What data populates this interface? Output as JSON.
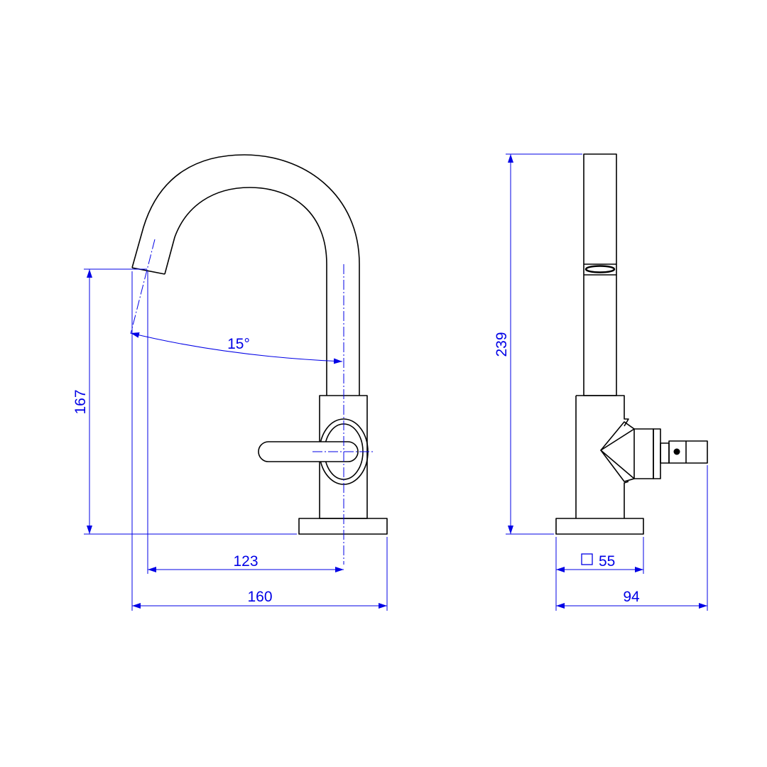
{
  "colors": {
    "outline": "#000000",
    "dimension": "#0000e6",
    "background": "#ffffff"
  },
  "dimensions": {
    "spout_height": "167",
    "spout_reach": "123",
    "overall_length": "160",
    "spout_angle": "15°",
    "overall_height": "239",
    "base_square": "55",
    "overall_depth": "94"
  }
}
